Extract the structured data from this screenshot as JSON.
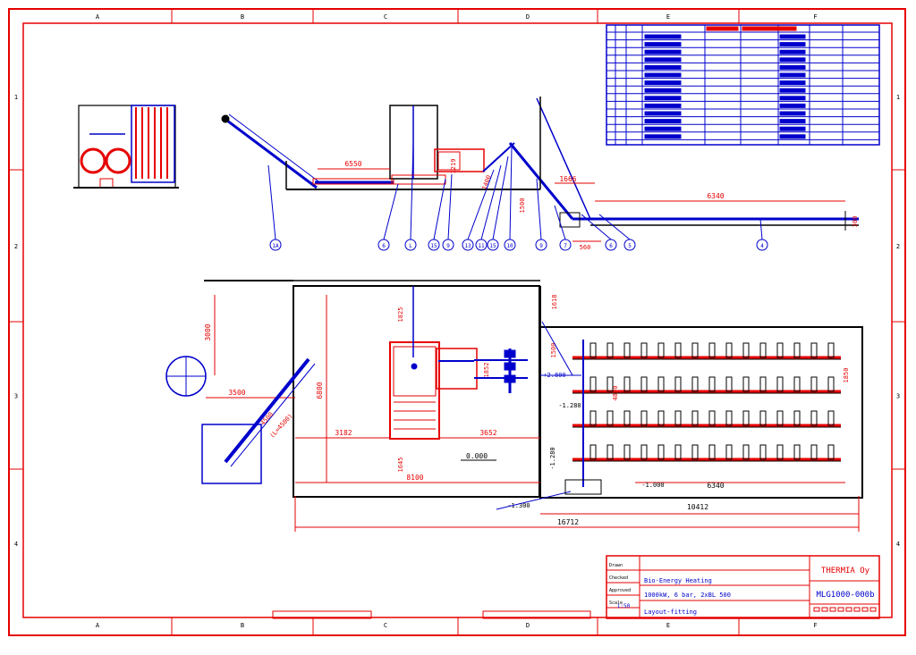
{
  "border": {
    "columns": [
      "A",
      "B",
      "C",
      "D",
      "E",
      "F"
    ],
    "rows": [
      "1",
      "2",
      "3",
      "4"
    ]
  },
  "side_view": {
    "callouts": [
      "1A",
      "6",
      "L",
      "15",
      "9",
      "13",
      "11",
      "15",
      "10",
      "9",
      "7",
      "6",
      "5",
      "4"
    ],
    "dims": [
      "6550",
      "1219",
      "1400",
      "1666",
      "6340",
      "1500",
      "560",
      "300"
    ]
  },
  "plan_view": {
    "dims": [
      "3000",
      "3500",
      "4500",
      "(L=4500)",
      "1825",
      "6800",
      "3182",
      "3652",
      "1645",
      "8100",
      "1852",
      "1618",
      "1500",
      "4800",
      "1850",
      "6340",
      "10412",
      "16712"
    ],
    "levels": [
      "0.000",
      "+2.800",
      "-1.280",
      "-1.280",
      "-1.000",
      "-1.300"
    ]
  },
  "title_block": {
    "company": "THERMIA Oy",
    "drawing_number": "MLG1000-000b",
    "project": "Bio-Energy Heating",
    "spec": "1000kW, 6 bar, 2xBL 500",
    "drawing_title": "Layout-fitting",
    "scale": "1:50",
    "side_labels": [
      "Drawn",
      "Checked",
      "Approved",
      "Scale"
    ]
  },
  "parts_list": {
    "rows": 14
  }
}
